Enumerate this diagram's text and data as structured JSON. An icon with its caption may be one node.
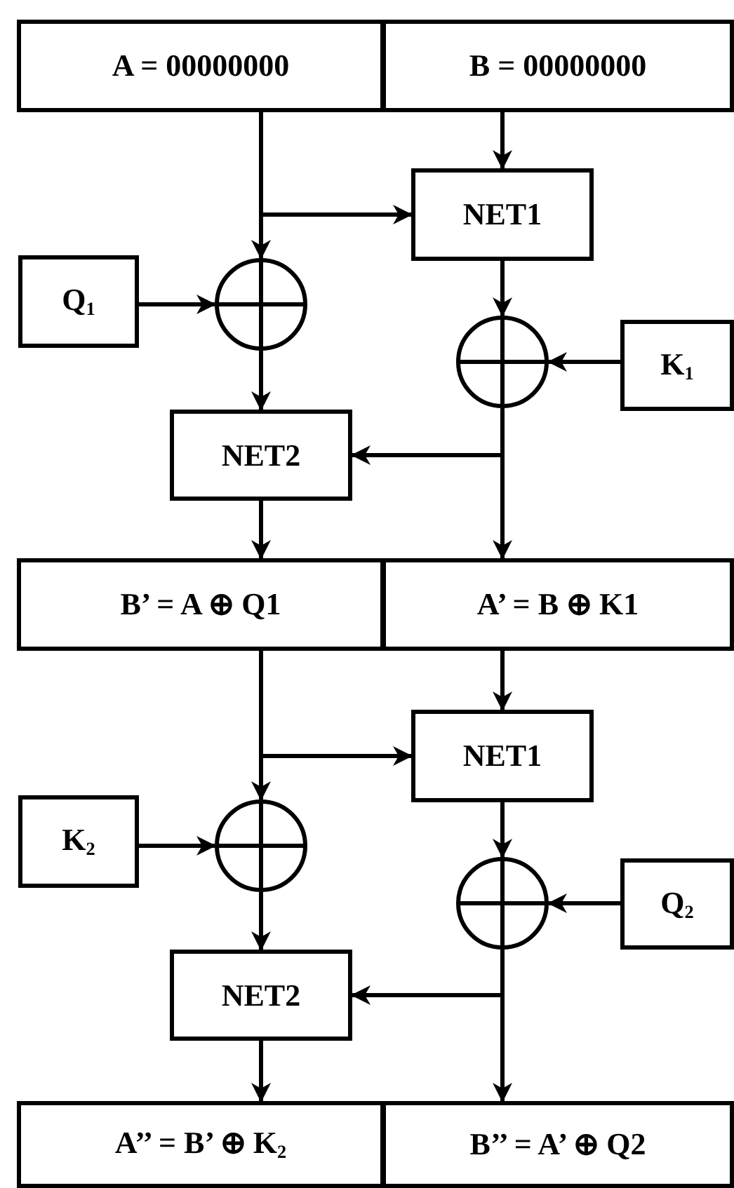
{
  "diagram": {
    "nodes": [
      {
        "text": [
          "A = 00000000"
        ]
      },
      {
        "text": [
          "B = 00000000"
        ]
      },
      {
        "text": [
          "NET1"
        ]
      },
      {
        "text": [
          "Q$_{1}$"
        ]
      },
      {
        "text": [],
        "shape": "circle"
      },
      {
        "text": [],
        "shape": "circle"
      },
      {
        "text": [
          "K$_{1}$"
        ]
      },
      {
        "text": [
          "NET2"
        ]
      },
      {
        "text": [
          "B’ = A ⊕ Q1"
        ]
      },
      {
        "text": [
          "A’ = B ⊕ K1"
        ]
      },
      {
        "text": [
          "NET1"
        ]
      },
      {
        "text": [
          "K$_{2}$"
        ]
      },
      {
        "text": [],
        "shape": "circle"
      },
      {
        "text": [],
        "shape": "circle"
      },
      {
        "text": [
          "Q$_{2}$"
        ]
      },
      {
        "text": [
          "NET2"
        ]
      },
      {
        "text": [
          "A’’ = B’ ⊕ K$_{2}$"
        ]
      },
      {
        "text": [
          "B’’ = A’ ⊕ Q2"
        ]
      }
    ],
    "edges": [
      {
        "from": 0,
        "to": 4,
        "arrow": "to"
      },
      {
        "from": 0,
        "to": 2,
        "arrow": "to"
      },
      {
        "from": 1,
        "to": 2,
        "arrow": "to"
      },
      {
        "from": 3,
        "to": 4,
        "arrow": "to"
      },
      {
        "from": 2,
        "to": 5,
        "arrow": "to"
      },
      {
        "from": 6,
        "to": 5,
        "arrow": "to"
      },
      {
        "from": 4,
        "to": 7,
        "arrow": "to"
      },
      {
        "from": 5,
        "to": 7,
        "arrow": "to"
      },
      {
        "from": 5,
        "to": 9,
        "arrow": "to"
      },
      {
        "from": 7,
        "to": 8,
        "arrow": "to"
      },
      {
        "from": 8,
        "to": 12,
        "arrow": "to"
      },
      {
        "from": 8,
        "to": 10,
        "arrow": "to"
      },
      {
        "from": 9,
        "to": 10,
        "arrow": "to"
      },
      {
        "from": 11,
        "to": 12,
        "arrow": "to"
      },
      {
        "from": 10,
        "to": 13,
        "arrow": "to"
      },
      {
        "from": 14,
        "to": 13,
        "arrow": "to"
      },
      {
        "from": 12,
        "to": 15,
        "arrow": "to"
      },
      {
        "from": 13,
        "to": 15,
        "arrow": "to"
      },
      {
        "from": 13,
        "to": 17,
        "arrow": "to"
      },
      {
        "from": 15,
        "to": 16,
        "arrow": "to"
      }
    ]
  }
}
